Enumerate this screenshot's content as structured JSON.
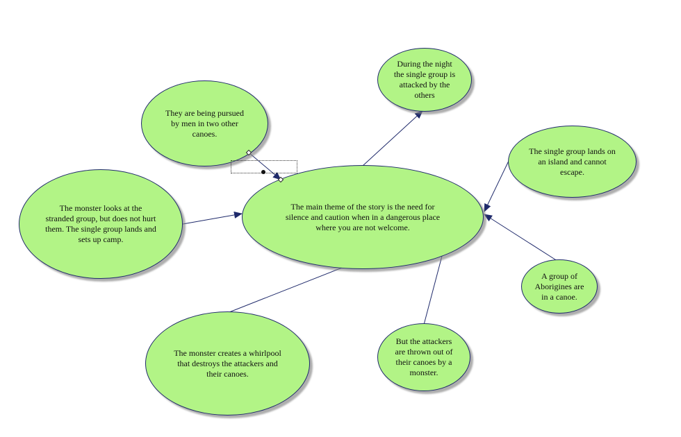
{
  "colors": {
    "node_fill": "#b2f486",
    "node_border": "#1f2a6b",
    "connector": "#1f2a6b"
  },
  "nodes": {
    "center": {
      "text": "The main theme of the story is the need for\nsilence and caution when in a dangerous place\nwhere you are not welcome."
    },
    "top_right": {
      "text": "During the night\nthe single group is\nattacked by the\nothers"
    },
    "right": {
      "text": "The single group lands on\nan island and cannot\nescape."
    },
    "lower_right": {
      "text": "A group of\nAborigines are\nin a canoe."
    },
    "bottom_right": {
      "text": "But the attackers\nare thrown out of\ntheir canoes by a\nmonster."
    },
    "bottom_left": {
      "text": "The monster creates a whirlpool\nthat destroys the attackers and\ntheir canoes."
    },
    "left": {
      "text": "The monster looks at the\nstranded group, but does not hurt\nthem. The single group lands and\nsets up camp."
    },
    "top_left": {
      "text": "They are being pursued\nby men in two other\ncanoes."
    }
  }
}
